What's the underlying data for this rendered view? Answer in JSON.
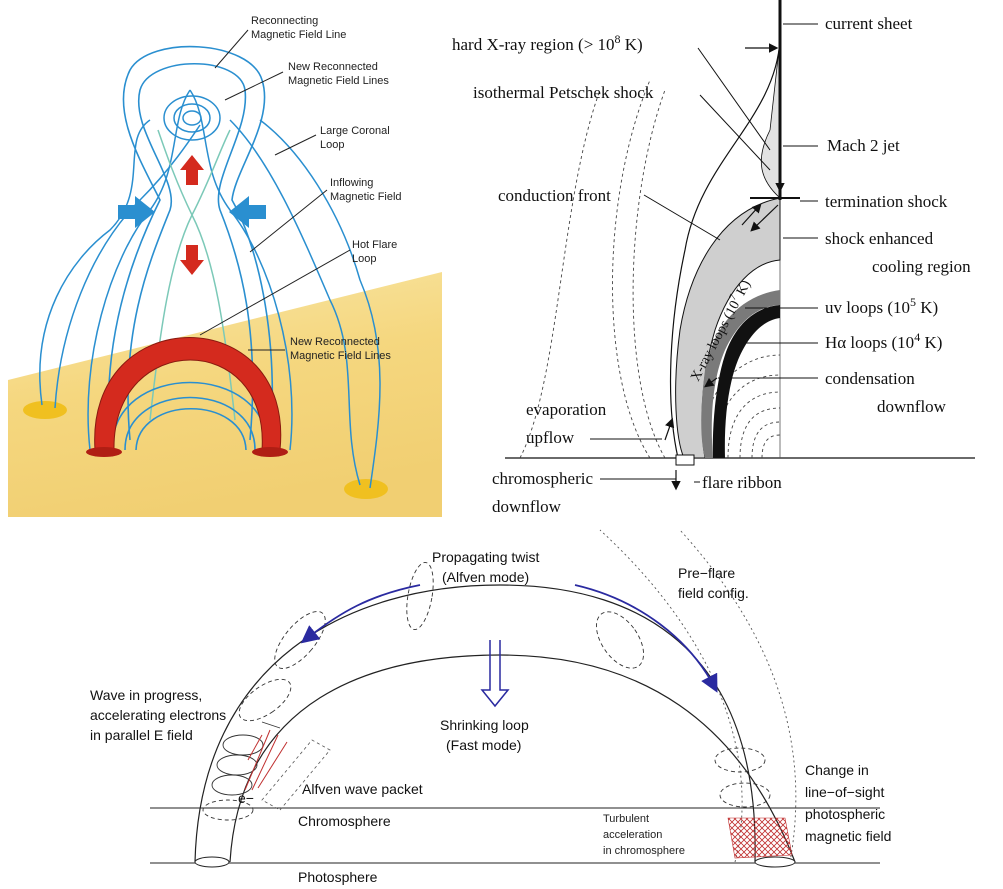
{
  "panel_a": {
    "labels": {
      "reconnecting_line_1": "Reconnecting",
      "reconnecting_line_2": "Magnetic Field Line",
      "new_reconnected_top_1": "New Reconnected",
      "new_reconnected_top_2": "Magnetic Field Lines",
      "large_coronal_1": "Large Coronal",
      "large_coronal_2": "Loop",
      "inflowing_1": "Inflowing",
      "inflowing_2": "Magnetic Field",
      "hot_flare_1": "Hot Flare",
      "hot_flare_2": "Loop",
      "new_reconnected_bottom_1": "New Reconnected",
      "new_reconnected_bottom_2": "Magnetic Field Lines"
    },
    "colors": {
      "field_line": "#2a8fd0",
      "inner_line": "#7cc9b8",
      "flare_loop": "#d42a1e",
      "sun_surface": "#f6dc8a",
      "footpoint": "#f0c020",
      "arrow_blue": "#2a8fd0",
      "arrow_red": "#d42a1e"
    }
  },
  "panel_b": {
    "labels": {
      "current_sheet": "current sheet",
      "hard_xray_pre": "hard X-ray region (> 10",
      "hard_xray_exp": "8",
      "hard_xray_post": " K)",
      "petschek": "isothermal Petschek shock",
      "mach2": "Mach 2 jet",
      "conduction_front": "conduction front",
      "termination_shock": "termination shock",
      "shock_enhanced_1": "shock enhanced",
      "shock_enhanced_2": "cooling region",
      "xray_loops_pre": "X-ray loops (10",
      "xray_loops_exp": "7",
      "xray_loops_post": " K)",
      "uv_loops_pre": "uv loops (10",
      "uv_loops_exp": "5",
      "uv_loops_post": " K)",
      "ha_loops_pre": "Hα loops (10",
      "ha_loops_exp": "4",
      "ha_loops_post": " K)",
      "condensation_1": "condensation",
      "condensation_2": "downflow",
      "evaporation_1": "evaporation",
      "evaporation_2": "upflow",
      "chromospheric_1": "chromospheric",
      "chromospheric_2": "downflow",
      "flare_ribbon": "flare ribbon"
    }
  },
  "panel_c": {
    "labels": {
      "propagating_1": "Propagating twist",
      "propagating_2": "(Alfven mode)",
      "preflare_1": "Pre−flare",
      "preflare_2": "field config.",
      "wave_1": "Wave in progress,",
      "wave_2": "accelerating electrons",
      "wave_3": "in parallel E field",
      "shrinking_1": "Shrinking loop",
      "shrinking_2": "(Fast mode)",
      "alfven_packet": "Alfven wave packet",
      "electron": "e−",
      "chromosphere": "Chromosphere",
      "turbulent_1": "Turbulent",
      "turbulent_2": "acceleration",
      "turbulent_3": "in chromosphere",
      "change_1": "Change in",
      "change_2": "line−of−sight",
      "change_3": "photospheric",
      "change_4": "magnetic field",
      "photosphere": "Photosphere"
    },
    "colors": {
      "twist_arrow": "#2a2aa0",
      "wave_packet": "#c03030"
    }
  }
}
